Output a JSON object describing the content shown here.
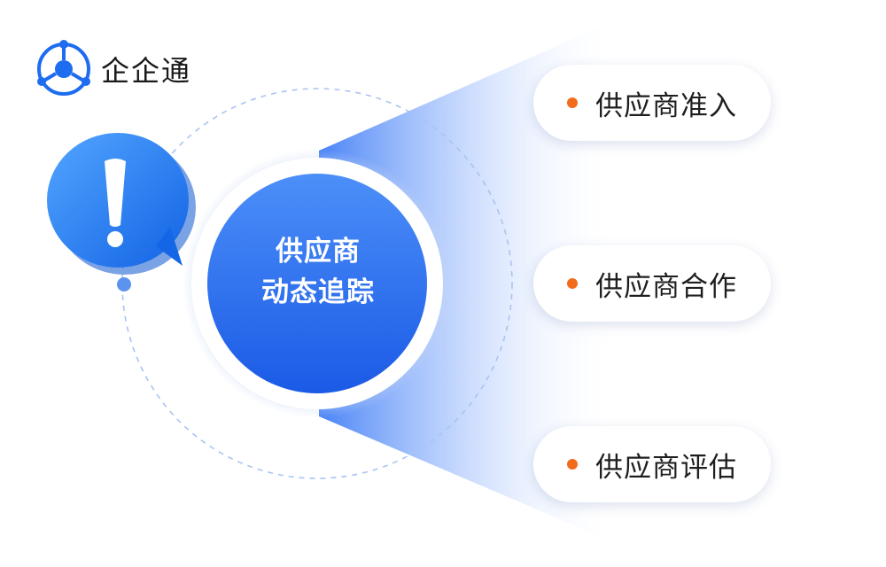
{
  "brand": {
    "name": "企企通",
    "logo_icon": "network-hexagon-icon",
    "color": "#1e6cf0"
  },
  "alert": {
    "icon": "exclamation-speech-bubble-icon",
    "color": "#1f7ff0"
  },
  "center": {
    "line1": "供应商",
    "line2": "动态追踪",
    "color": "#2f73f5"
  },
  "items": [
    {
      "label": "供应商准入",
      "bullet_color": "#f26b1d"
    },
    {
      "label": "供应商合作",
      "bullet_color": "#f26b1d"
    },
    {
      "label": "供应商评估",
      "bullet_color": "#f26b1d"
    }
  ]
}
